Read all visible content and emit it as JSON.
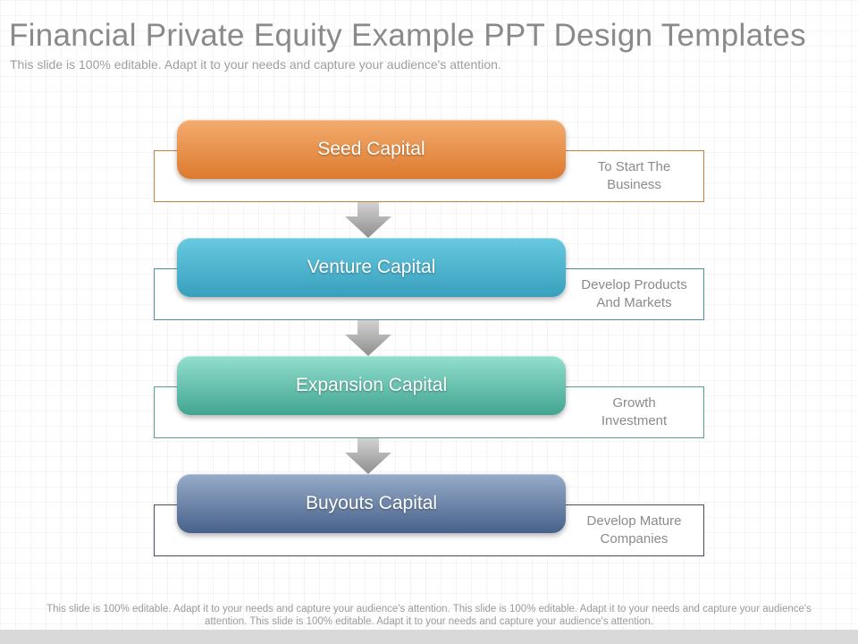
{
  "slide": {
    "title": "Financial Private Equity Example PPT Design Templates",
    "subtitle": "This slide is 100% editable. Adapt it to your needs and capture your audience's attention.",
    "footer": "This slide is 100% editable. Adapt it to your needs and capture your audience's attention. This slide is 100% editable. Adapt it to your needs and capture your audience's attention. This slide is 100% editable. Adapt it to your needs and capture your audience's attention."
  },
  "diagram": {
    "rows": [
      {
        "label": "Seed Capital",
        "description": "To Start The\nBusiness",
        "colors": {
          "gradient_top": "#F3AC6E",
          "gradient_bottom": "#DD7A2E",
          "panel_border": "#C08040"
        }
      },
      {
        "label": "Venture Capital",
        "description": "Develop Products\nAnd Markets",
        "colors": {
          "gradient_top": "#69C9E0",
          "gradient_bottom": "#379FBC",
          "panel_border": "#4E8FA0"
        }
      },
      {
        "label": "Expansion Capital",
        "description": "Growth\nInvestment",
        "colors": {
          "gradient_top": "#93DFCD",
          "gradient_bottom": "#41A591",
          "panel_border": "#569E8E"
        }
      },
      {
        "label": "Buyouts Capital",
        "description": "Develop Mature\nCompanies",
        "colors": {
          "gradient_top": "#97ACC9",
          "gradient_bottom": "#48618A",
          "panel_border": "#454F5C"
        }
      }
    ]
  },
  "colors": {
    "background": "#FFFFFF",
    "grid_line": "#F1EFED",
    "bottom_bar": "#D9D9D9",
    "title_text": "#8A8A8A",
    "body_text": "#9B9B9B",
    "capsule_text": "#FFFFFF",
    "arrow_top": "#D2D2D2",
    "arrow_bottom": "#8E8E8E"
  }
}
